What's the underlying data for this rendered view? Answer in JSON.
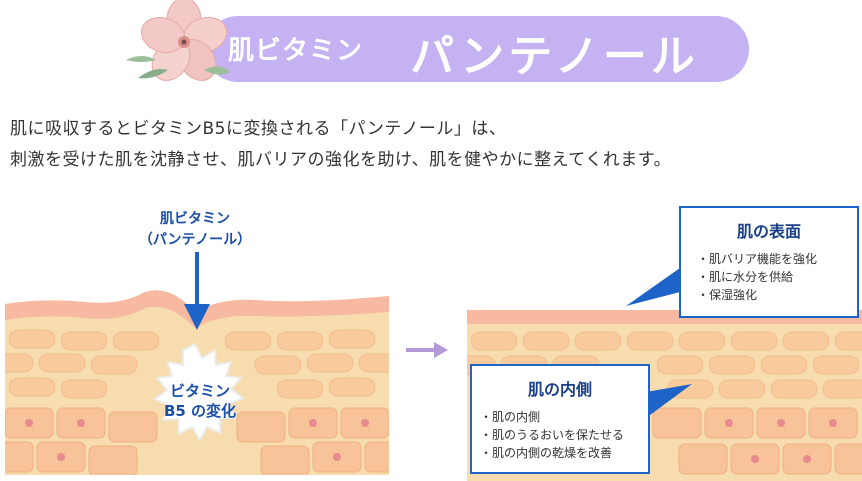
{
  "header": {
    "title_small": "肌ビタミン",
    "title_large": "パンテノール"
  },
  "intro": {
    "line1": "肌に吸収するとビタミンB5に変換される「パンテノール」は、",
    "line2": "刺激を受けた肌を沈静させ、肌バリアの強化を助け、肌を健やかに整えてくれます。"
  },
  "left_diagram": {
    "arrow_label_line1": "肌ビタミン",
    "arrow_label_line2": "（パンテノール）",
    "burst_line1": "ビタミン",
    "burst_line2": "B5 の変化"
  },
  "surface_box": {
    "title": "肌の表面",
    "items": [
      "・肌バリア機能を強化",
      "・肌に水分を供給",
      "・保湿強化"
    ]
  },
  "inner_box": {
    "title": "肌の内側",
    "items": [
      "・肌の内側",
      "・肌のうるおいを保たせる",
      "・肌の内側の乾燥を改善"
    ]
  },
  "colors": {
    "pill": "#c4b2f2",
    "skin_top": "#f7b8a0",
    "skin_body": "#f6d9a6",
    "cell": "#f8c99a",
    "accent_blue": "#1e64c8",
    "transition_arrow": "#b49ad8"
  },
  "icons": [
    "flower-icon",
    "down-arrow-icon",
    "right-arrow-icon"
  ]
}
